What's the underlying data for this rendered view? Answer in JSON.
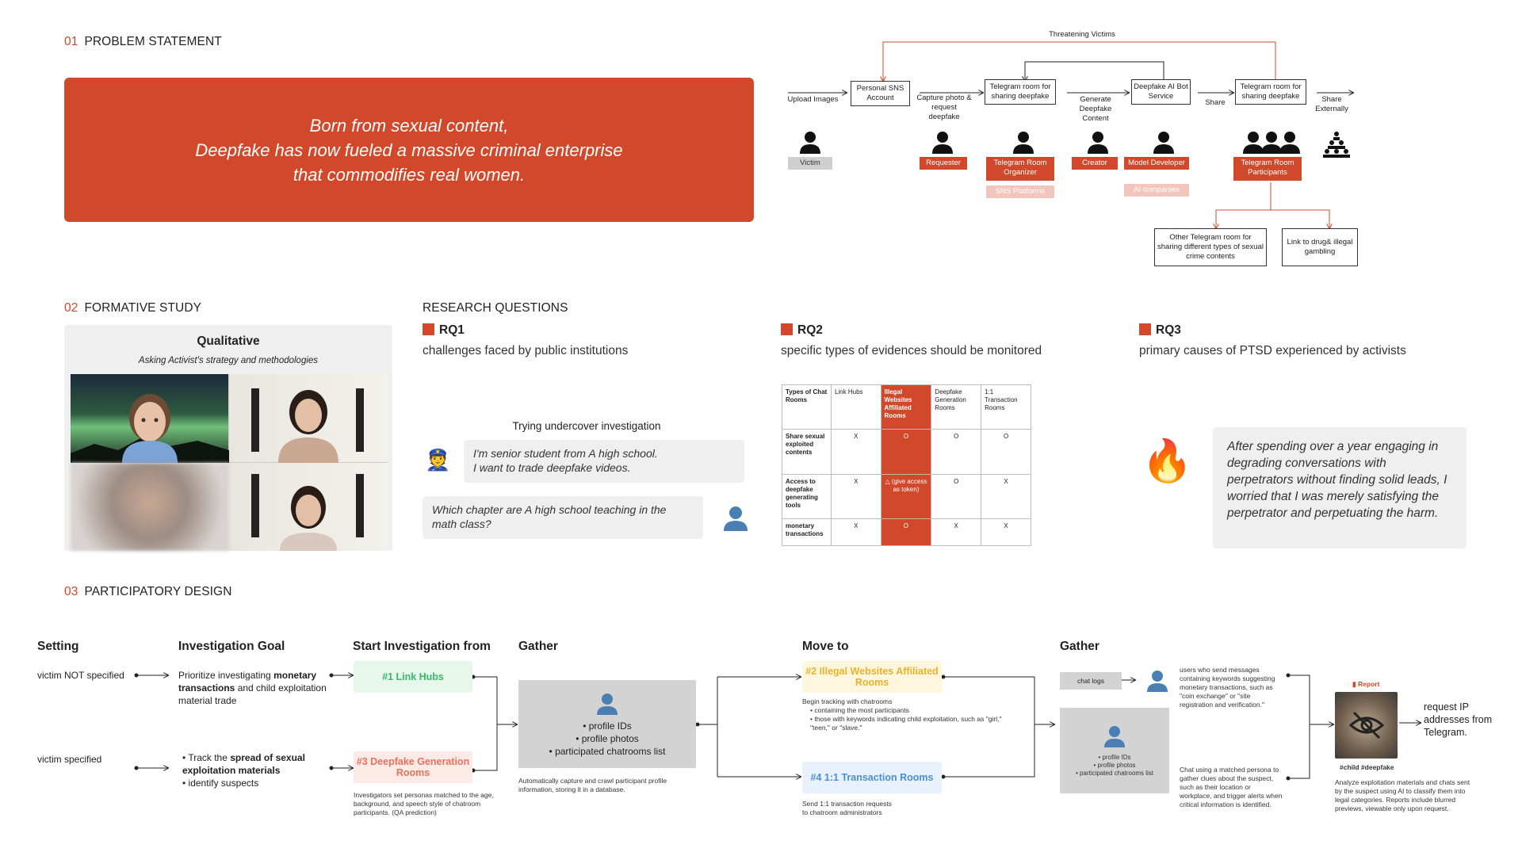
{
  "s1": {
    "num": "01",
    "title": "PROBLEM STATEMENT",
    "banner": [
      "Born from sexual content,",
      "Deepfake has now fueled a massive criminal enterprise",
      "that commodifies real women."
    ]
  },
  "flow": {
    "top_label": "Threatening Victims",
    "upload": "Upload Images",
    "sns_account": "Personal SNS Account",
    "capture": "Capture photo & request deepfake",
    "tg_room1": "Telegram room for sharing deepfake",
    "generate": "Generate Deepfake Content",
    "bot": "Deepfake AI Bot Service",
    "share": "Share",
    "tg_room2": "Telegram room for sharing deepfake",
    "share_ext": "Share Externally",
    "roles": {
      "victim": "Victim",
      "requester": "Requester",
      "organizer": "Telegram Room Organizer",
      "sns_platforms": "SNS Platforms",
      "creator": "Creator",
      "model_dev": "Model Developer",
      "ai_companies": "AI companies",
      "participants": "Telegram Room Participants"
    },
    "other_room": "Other Telegram room for sharing different types of sexual crime contents",
    "drug_link": "Link to drug& illegal gambling"
  },
  "s2": {
    "num": "02",
    "title": "FORMATIVE STUDY",
    "qual_title": "Qualitative",
    "qual_sub": "Asking Activist's strategy and methodologies"
  },
  "rq": {
    "title": "RESEARCH QUESTIONS",
    "items": [
      {
        "label": "RQ1",
        "text": "challenges faced by public institutions"
      },
      {
        "label": "RQ2",
        "text": "specific types of evidences should be monitored"
      },
      {
        "label": "RQ3",
        "text": "primary causes of PTSD experienced by activists"
      }
    ],
    "undercover": "Trying undercover investigation",
    "chat1": [
      "I'm senior student from A high school.",
      "I want to trade deepfake videos."
    ],
    "chat2": [
      "Which chapter are A high school teaching in the",
      "math class?"
    ],
    "quote": "After spending over a year engaging in degrading conversations with perpetrators without finding solid leads, I worried that I was merely satisfying the perpetrator and perpetuating the harm.",
    "table": {
      "headers": [
        "Types of Chat Rooms",
        "Link Hubs",
        "Illegal Websites Affiliated Rooms",
        "Deepfake Generation Rooms",
        "1:1 Transaction Rooms"
      ],
      "rows": [
        [
          "Share sexual exploited contents",
          "X",
          "O",
          "O",
          "O"
        ],
        [
          "Access to deepfake generating tools",
          "X",
          "△ (give access as token)",
          "O",
          "X"
        ],
        [
          "monetary transactions",
          "X",
          "O",
          "X",
          "X"
        ]
      ]
    }
  },
  "s3": {
    "num": "03",
    "title": "PARTICIPATORY DESIGN",
    "h_setting": "Setting",
    "h_goal": "Investigation Goal",
    "h_start": "Start Investigation from",
    "h_gather": "Gather",
    "h_move": "Move to",
    "h_gather2": "Gather",
    "victim_not": "victim NOT specified",
    "victim_spec": "victim specified",
    "goal1": {
      "a": "Prioritize investigating ",
      "b": "monetary transactions",
      "c": " and child exploitation material trade"
    },
    "goal2": {
      "a": "Track the ",
      "b": "spread of sexual exploitation materials",
      "c": "identify suspects"
    },
    "tag_link": "#1 Link Hubs",
    "tag_gen": "#3 Deepfake Generation Rooms",
    "tag_illegal": "#2 Illegal Websites Affiliated Rooms",
    "tag_tx": "#4 1:1 Transaction Rooms",
    "gen_note": "Investigators set personas matched to the age, background, and speech style of chatroom participants. (QA prediction)",
    "gather_items": [
      "profile IDs",
      "profile photos",
      "participated chatrooms list"
    ],
    "gather_note": "Automatically capture and crawl participant profile information, storing it in a database.",
    "move_note": {
      "a": "Begin tracking with chatrooms",
      "b": "containing the most participants",
      "c": "those with keywords indicating child exploitation, such as \"girl,\" \"teen,\" or \"slave.\""
    },
    "tx_note": "Send 1:1 transaction requests to chatroom administrators",
    "chat_logs": "chat logs",
    "users_note": "users who send messages containing keywords suggesting monetary transactions, such as \"coin exchange\" or \"site registration and verification.\"",
    "persona_note": "Chat using a matched persona to gather clues about the suspect, such as their location or workplace, and trigger alerts when critical information is identified.",
    "report": "Report",
    "hashtag": "#child #deepfake",
    "report_note": "Analyze exploitation materials and chats sent by the suspect using AI to classify them into legal categories. Reports include blurred previews, viewable only upon request.",
    "request_ip": "request IP addresses from Telegram."
  },
  "colors": {
    "accent": "#d2482b",
    "green": "#e6f7ec",
    "pink": "#fde9e6",
    "yellow": "#fff7dd",
    "blue": "#e8f1fc"
  }
}
